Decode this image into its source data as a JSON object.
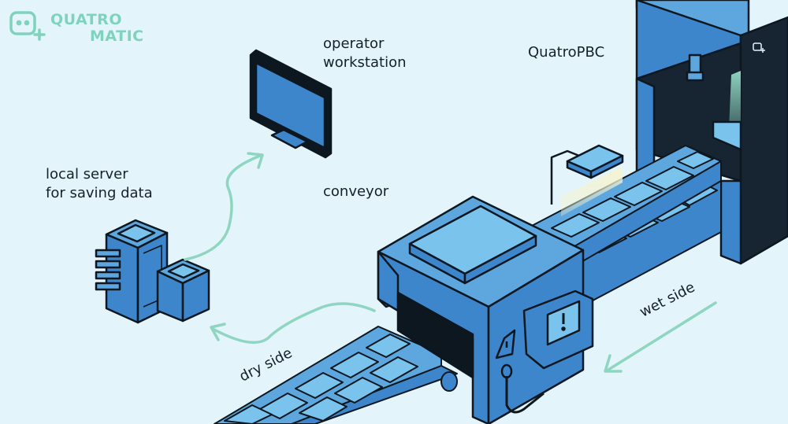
{
  "brand": {
    "line1": "QUATRO",
    "line2": "MATIC",
    "color": "#7fd3bd",
    "logo_icon": "quatromatic-logo-icon"
  },
  "labels": {
    "operator_workstation": "operator\nworkstation",
    "quatro_pbc": "QuatroPBC",
    "local_server": "local server\nfor saving data",
    "conveyor": "conveyor",
    "dry_side": "dry side",
    "wet_side": "wet side"
  },
  "colors": {
    "background": "#e3f4fb",
    "machine_blue": "#3d86cc",
    "tile_blue": "#79c3ec",
    "outline": "#0d1720",
    "arrow": "#8fd6c1",
    "light_beam": "#f6f3cf"
  },
  "icons": [
    "monitor-icon",
    "server-icon",
    "warning-triangle-icon",
    "alert-screen-icon",
    "camera-icon",
    "quatromatic-logo-icon"
  ]
}
